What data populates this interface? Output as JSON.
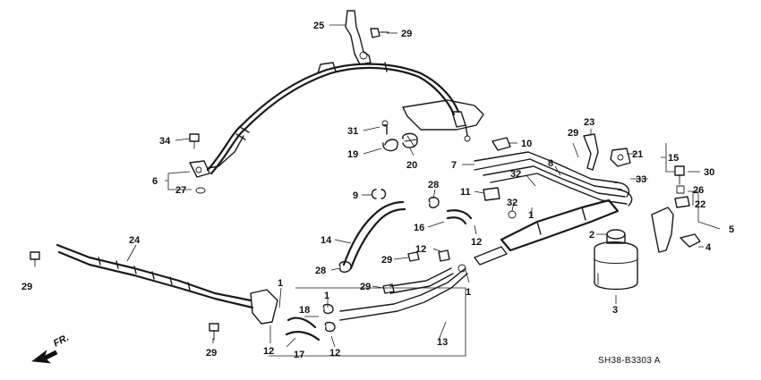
{
  "callouts": [
    {
      "id": "c25",
      "label": "25"
    },
    {
      "id": "c29a",
      "label": "29"
    },
    {
      "id": "c34",
      "label": "34"
    },
    {
      "id": "c6",
      "label": "6"
    },
    {
      "id": "c27",
      "label": "27"
    },
    {
      "id": "c31",
      "label": "31"
    },
    {
      "id": "c19",
      "label": "19"
    },
    {
      "id": "c20",
      "label": "20"
    },
    {
      "id": "c10",
      "label": "10"
    },
    {
      "id": "c7",
      "label": "7"
    },
    {
      "id": "c8",
      "label": "8"
    },
    {
      "id": "c32a",
      "label": "32"
    },
    {
      "id": "c29b",
      "label": "29"
    },
    {
      "id": "c23",
      "label": "23"
    },
    {
      "id": "c21",
      "label": "21"
    },
    {
      "id": "c15",
      "label": "15"
    },
    {
      "id": "c30",
      "label": "30"
    },
    {
      "id": "c33",
      "label": "33"
    },
    {
      "id": "c26",
      "label": "26"
    },
    {
      "id": "c22",
      "label": "22"
    },
    {
      "id": "c5",
      "label": "5"
    },
    {
      "id": "c4",
      "label": "4"
    },
    {
      "id": "c2",
      "label": "2"
    },
    {
      "id": "c3",
      "label": "3"
    },
    {
      "id": "c9",
      "label": "9"
    },
    {
      "id": "c28a",
      "label": "28"
    },
    {
      "id": "c11",
      "label": "11"
    },
    {
      "id": "c32b",
      "label": "32"
    },
    {
      "id": "c1a",
      "label": "1"
    },
    {
      "id": "c16",
      "label": "16"
    },
    {
      "id": "c12a",
      "label": "12"
    },
    {
      "id": "c14",
      "label": "14"
    },
    {
      "id": "c24",
      "label": "24"
    },
    {
      "id": "c12b",
      "label": "12"
    },
    {
      "id": "c29c",
      "label": "29"
    },
    {
      "id": "c28b",
      "label": "28"
    },
    {
      "id": "c1b",
      "label": "1"
    },
    {
      "id": "c29d",
      "label": "29"
    },
    {
      "id": "c29e",
      "label": "29"
    },
    {
      "id": "c1c",
      "label": "1"
    },
    {
      "id": "c1d",
      "label": "1"
    },
    {
      "id": "c18",
      "label": "18"
    },
    {
      "id": "c13",
      "label": "13"
    },
    {
      "id": "c12c",
      "label": "12"
    },
    {
      "id": "c17",
      "label": "17"
    },
    {
      "id": "c12d",
      "label": "12"
    },
    {
      "id": "c29f",
      "label": "29"
    }
  ],
  "diagram_code": "SH38-B3303 A",
  "direction_label": "FR."
}
